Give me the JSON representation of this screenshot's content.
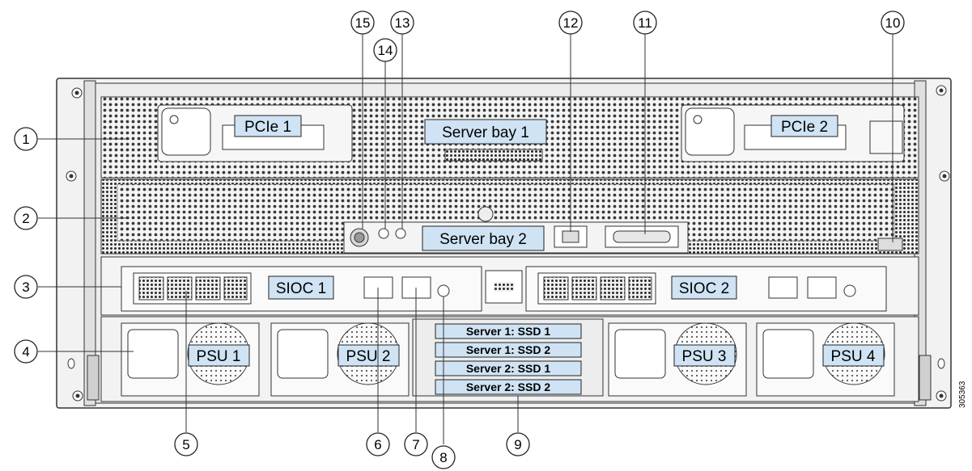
{
  "labels": {
    "pcie1": "PCIe 1",
    "pcie2": "PCIe 2",
    "server_bay1": "Server bay 1",
    "server_bay2": "Server bay 2",
    "sioc1": "SIOC 1",
    "sioc2": "SIOC 2",
    "psu1": "PSU 1",
    "psu2": "PSU 2",
    "psu3": "PSU 3",
    "psu4": "PSU 4",
    "ssd": [
      "Server 1: SSD 1",
      "Server 1: SSD 2",
      "Server 2: SSD 1",
      "Server 2: SSD 2"
    ]
  },
  "callouts": [
    "1",
    "2",
    "3",
    "4",
    "5",
    "6",
    "7",
    "8",
    "9",
    "10",
    "11",
    "12",
    "13",
    "14",
    "15"
  ],
  "figure_id": "305363",
  "colors": {
    "label_fill": "#cfe3f4",
    "chassis": "#eeeeee",
    "outline": "#333333"
  }
}
